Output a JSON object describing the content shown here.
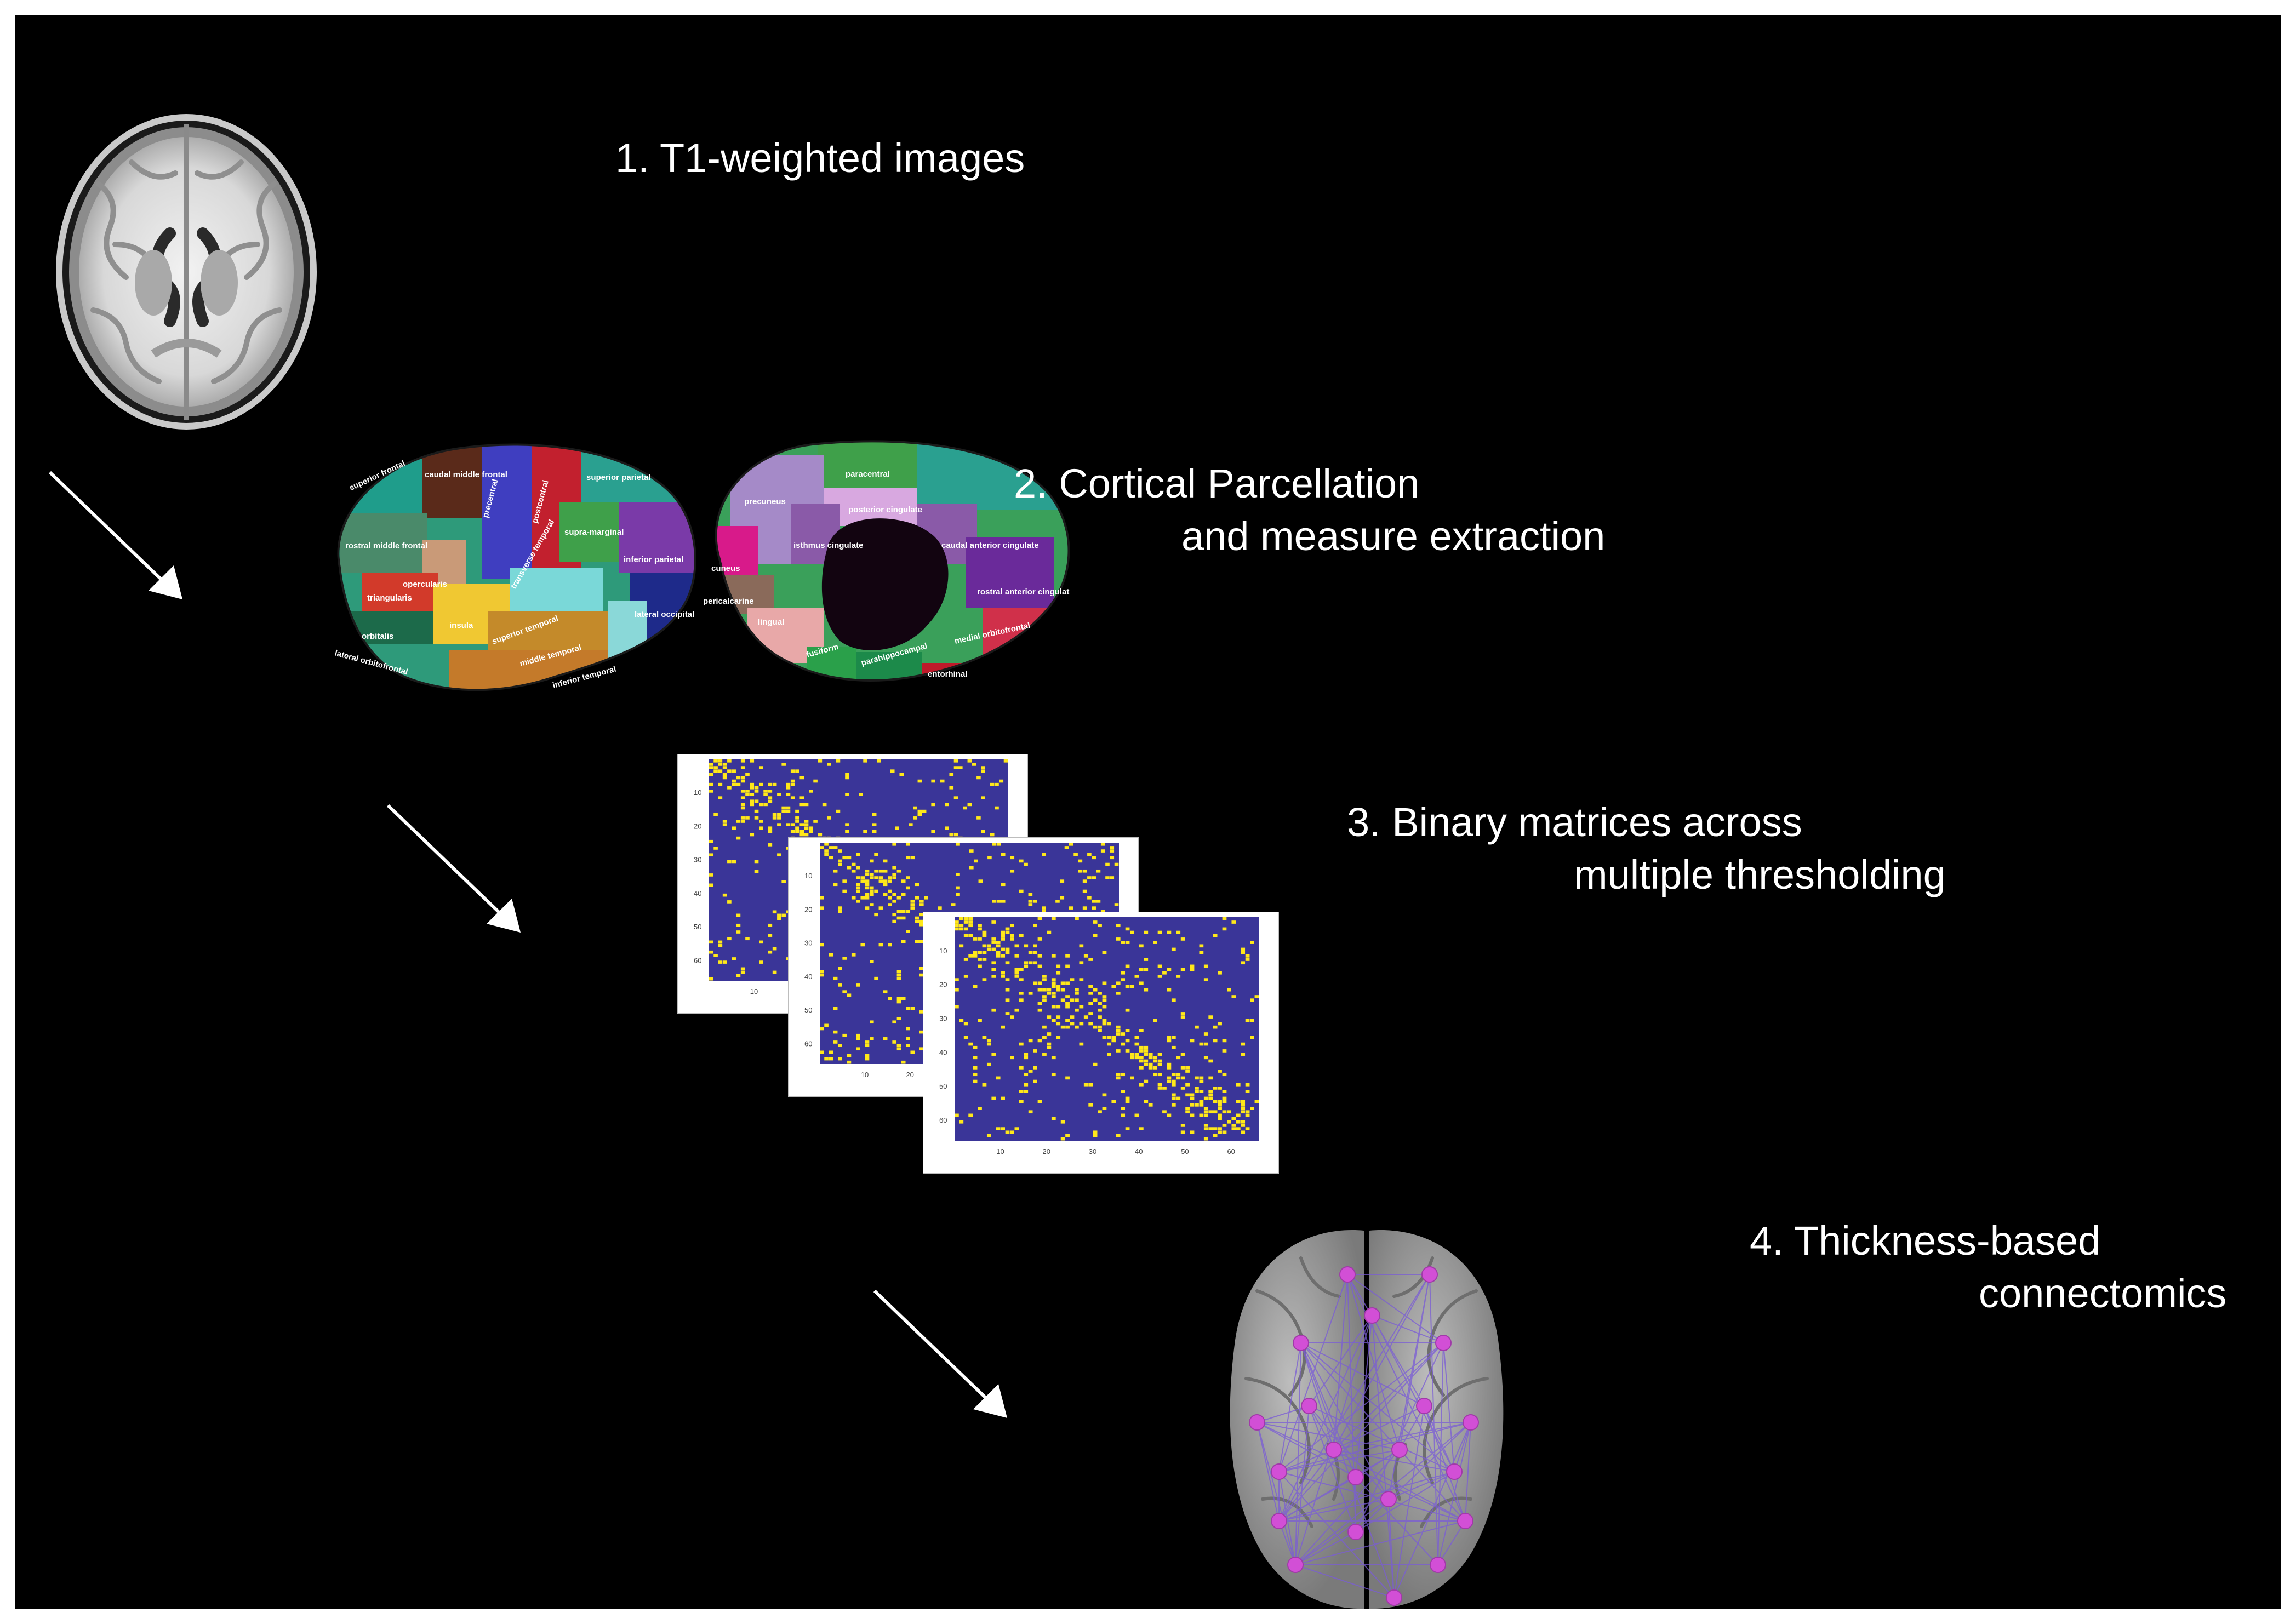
{
  "colors": {
    "background": "#000000",
    "text": "#ffffff",
    "matrix_fill": "#3a3598",
    "matrix_ones": "#ffe81a",
    "node": "#d24fd6",
    "edge": "#7a5cd6"
  },
  "steps": [
    {
      "line1": "1. T1-weighted images",
      "line2": ""
    },
    {
      "line1": "2. Cortical Parcellation",
      "line2": "and measure extraction"
    },
    {
      "line1": "3. Binary matrices across",
      "line2": "multiple thresholding"
    },
    {
      "line1": "4. Thickness-based",
      "line2": "connectomics"
    }
  ],
  "lateral_labels": [
    "superior frontal",
    "caudal middle frontal",
    "rostral middle frontal",
    "precentral",
    "postcentral",
    "superior parietal",
    "supra-marginal",
    "inferior parietal",
    "opercularis",
    "triangularis",
    "insula",
    "transverse temporal",
    "superior temporal",
    "middle temporal",
    "inferior temporal",
    "lateral occipital",
    "orbitalis",
    "lateral orbitofrontal"
  ],
  "medial_labels": [
    "paracentral",
    "posterior cingulate",
    "precuneus",
    "isthmus cingulate",
    "caudal anterior cingulate",
    "cuneus",
    "pericalcarine",
    "lingual",
    "rostral anterior cingulate",
    "medial orbitofrontal",
    "fusiform",
    "parahippocampal",
    "entorhinal"
  ],
  "matrix_ticks_y": [
    "10",
    "20",
    "30",
    "40",
    "50",
    "60"
  ],
  "matrix_ticks_x": [
    "10",
    "20",
    "30",
    "40",
    "50",
    "60"
  ],
  "icons": [
    "brain-mri-axial-icon",
    "cortical-parcellation-lateral-icon",
    "cortical-parcellation-medial-icon",
    "binary-matrix-icon",
    "brain-connectome-icon",
    "arrow-icon"
  ]
}
